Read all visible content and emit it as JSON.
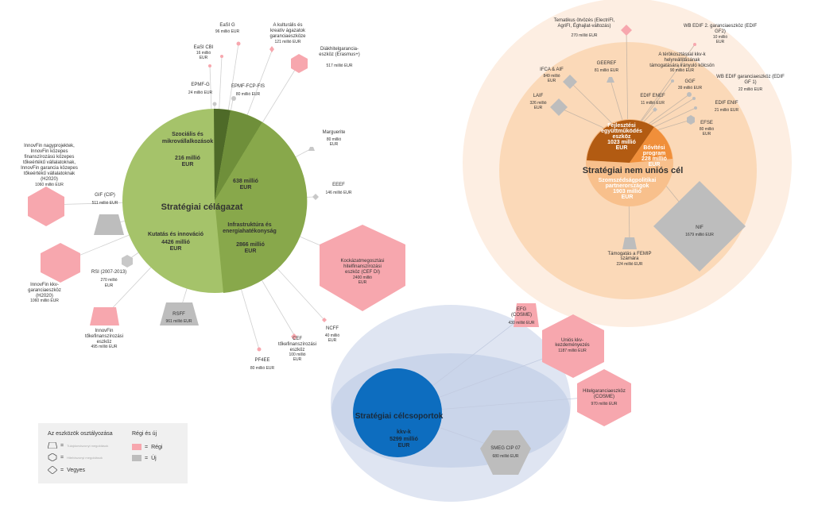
{
  "hubs": {
    "strategic_sector": {
      "title": "Stratégiai célágazat"
    },
    "non_eu": {
      "title": "Stratégiai nem uniós cél"
    },
    "target_groups": {
      "title": "Stratégiai célcsoportok",
      "line1": "kkv-k",
      "line2": "5299 millió",
      "line3": "EUR"
    }
  },
  "sectors": {
    "social": {
      "line1": "Szociális és",
      "line2": "mikrovállalkozások",
      "line3": "216 millió",
      "line4": "EUR"
    },
    "s638": {
      "line1": "638 millió",
      "line2": "EUR"
    },
    "infra": {
      "line1": "Infrastruktúra és",
      "line2": "energiahatékonyság",
      "line3": "2866 millió",
      "line4": "EUR"
    },
    "research": {
      "line1": "Kutatás és innováció",
      "line2": "4426 millió",
      "line3": "EUR"
    }
  },
  "non_eu_sectors": {
    "dev": {
      "line1": "Fejlesztési",
      "line2": "együttműködés",
      "line3": "eszköz",
      "line4": "1023 millió",
      "line5": "EUR"
    },
    "ext": {
      "line1": "Bővítési",
      "line2": "program",
      "line3": "228 millió",
      "line4": "EUR"
    },
    "neigh": {
      "line1": "Szomszédságpolitikai",
      "line2": "partnerországok",
      "line3": "1903 millió",
      "line4": "EUR"
    }
  },
  "left_nodes": {
    "easi_g": {
      "name": "EaSI G",
      "value": "96 millió EUR"
    },
    "culture": {
      "name1": "A kulturális és",
      "name2": "kreatív ágazatok",
      "name3": "garanciaeszköze",
      "value": "121 millió EUR"
    },
    "diak": {
      "name1": "Diákhitelgarancia-",
      "name2": "eszköz (Erasmus+)",
      "value": "517 millió EUR"
    },
    "easi_cbi": {
      "name": "EaSI CBI",
      "value1": "16 millió",
      "value2": "EUR"
    },
    "epmf_g": {
      "name": "EPMF-G",
      "value": "24 millió EUR"
    },
    "epmf_fcp": {
      "name": "EPMF-FCP-FIS",
      "value": "80 millió EUR"
    },
    "marguerite": {
      "name": "Marguerite",
      "value1": "80 millió",
      "value2": "EUR"
    },
    "eeef": {
      "name": "EEEF",
      "value": "146 millió EUR"
    },
    "innovfin_big": {
      "name1": "InnovFin nagyprojektek,",
      "name2": "InnovFin közepes",
      "name3": "finanszírozású közepes",
      "name4": "tőkeértékű vállalatoknak,",
      "name5": "InnovFin garancia közepes",
      "name6": "tőkeértékű vállalatoknak",
      "name7": "(H2020)",
      "value": "1060 millió EUR"
    },
    "gif": {
      "name": "GIF (CIP)",
      "value": "511 millió EUR"
    },
    "ceef": {
      "name1": "Kockázatmegosztási",
      "name2": "hitelfinanszírozási",
      "name3": "eszköz (CEF DI)",
      "value1": "2400 millió",
      "value2": "EUR"
    },
    "rsi": {
      "name": "RSI (2007-2013)",
      "value1": "270 millió",
      "value2": "EUR"
    },
    "innovfin_kkv": {
      "name1": "InnovFin kkv-",
      "name2": "garanciaeszköz",
      "name3": "(H2020)",
      "value": "1060 millió EUR"
    },
    "innovfin_equity": {
      "name1": "InnovFin",
      "name2": "tőkefinanszírozási",
      "name3": "eszköz",
      "value": "495 millió EUR"
    },
    "rsff": {
      "name": "RSFF",
      "value": "961 millió EUR"
    },
    "ncff": {
      "name": "NCFF",
      "value1": "40 millió",
      "value2": "EUR"
    },
    "cef_eq": {
      "name1": "CEF",
      "name2": "tőkefinanszírozási",
      "name3": "eszköz",
      "value1": "100 millió",
      "value2": "EUR"
    },
    "pf4ee": {
      "name": "PF4EE",
      "value": "80 millió EUR"
    }
  },
  "right_nodes": {
    "tematic": {
      "name1": "Tematikus ötvözés (ElectriFI,",
      "name2": "AgriFI, Éghajlat-változás)",
      "value": "270 millió EUR"
    },
    "wb_edif2": {
      "name1": "WB EDIF 2. garanciaeszköz (EDIF",
      "name2": "GF2)",
      "value1": "10 millió",
      "value2": "EUR"
    },
    "ifca": {
      "name": "IFCA & AIF",
      "value1": "849 millió",
      "value2": "EUR"
    },
    "geeref": {
      "name": "GEEREF",
      "value": "81 millió EUR"
    },
    "local": {
      "name1": "A térökosztással kkv-k",
      "name2": "helyreállításának",
      "name3": "támogatására irányuló kölcsön",
      "value": "90 millió EUR"
    },
    "ggf": {
      "name": "GGF",
      "value": "39 millió EUR"
    },
    "wb_edif1": {
      "name1": "WB EDIF garanciaeszköz (EDIF",
      "name2": "GF 1)",
      "value": "22 millió EUR"
    },
    "laif": {
      "name": "LAIF",
      "value1": "326 millió",
      "value2": "EUR"
    },
    "edif_enef": {
      "name": "EDIF ENEF",
      "value": "11 millió EUR"
    },
    "edif_enif": {
      "name": "EDIF ENIF",
      "value": "21 millió EUR"
    },
    "efse": {
      "name": "EFSE",
      "value1": "80 millió",
      "value2": "EUR"
    },
    "nif": {
      "name": "NIF",
      "value": "1679 millió EUR"
    },
    "femip": {
      "name1": "Támogatás a FEMIP",
      "name2": "számára",
      "value": "224 millió EUR"
    }
  },
  "bottom_nodes": {
    "efg": {
      "name1": "EFG",
      "name2": "(COSME)",
      "value": "430 millió EUR"
    },
    "kkv_init": {
      "name1": "Uniós kkv-",
      "name2": "kezdeményezés",
      "value": "1187 millió EUR"
    },
    "loan_guar": {
      "name1": "Hitelgaranciaeszköz",
      "name2": "(COSME)",
      "value": "970 millió EUR"
    },
    "smeg": {
      "name": "SMEG CIP 07",
      "value": "680 millió EUR"
    }
  },
  "legend": {
    "title": "Az eszközök osztályozása",
    "shape_trapezoid": "Tulajdonviszonyi megoldások",
    "shape_hexagon": "Hitelviszonyi megoldások",
    "shape_diamond": "Vegyes",
    "age_title": "Régi és új",
    "old": "Régi",
    "new": "Új",
    "eq": "="
  },
  "colors": {
    "green_main": "#a5c36a",
    "green_dark": "#6f8f3a",
    "green_darker": "#4e6a28",
    "orange_bg": "#fde9d9",
    "orange_ring": "#f9cfa8",
    "orange_inner": "#f3a866",
    "brown": "#b25b12",
    "blue_bg": "#dbe3f1",
    "blue_main": "#0d6dbf",
    "pink": "#f7a7ae",
    "gray": "#bdbdbd"
  }
}
